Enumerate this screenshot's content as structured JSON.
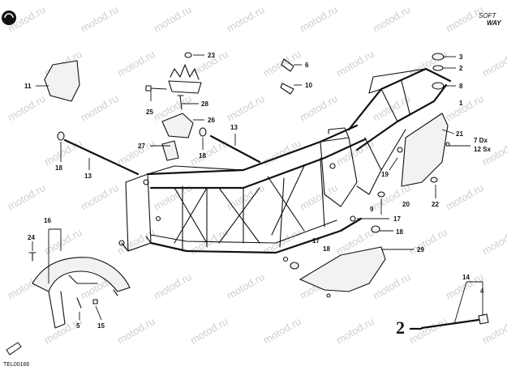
{
  "watermark": "motod.ru",
  "brand": {
    "line1": "SOFT",
    "line2": "WAY"
  },
  "code": "TEL00166",
  "handwritten_mark": "2",
  "labels": {
    "l1": "1",
    "l2": "2",
    "l3": "3",
    "l4": "4",
    "l5": "5",
    "l6": "6",
    "l7dx": "7 Dx",
    "l8": "8",
    "l9": "9",
    "l10": "10",
    "l11": "11",
    "l12sx": "12 Sx",
    "l13a": "13",
    "l13b": "13",
    "l14": "14",
    "l15": "15",
    "l16": "16",
    "l17a": "17",
    "l17b": "17",
    "l18a": "18",
    "l18b": "18",
    "l18c": "18",
    "l18d": "18",
    "l19": "19",
    "l20": "20",
    "l21": "21",
    "l22": "22",
    "l23": "23",
    "l24": "24",
    "l25": "25",
    "l26": "26",
    "l27": "27",
    "l28": "28",
    "l29": "29"
  }
}
